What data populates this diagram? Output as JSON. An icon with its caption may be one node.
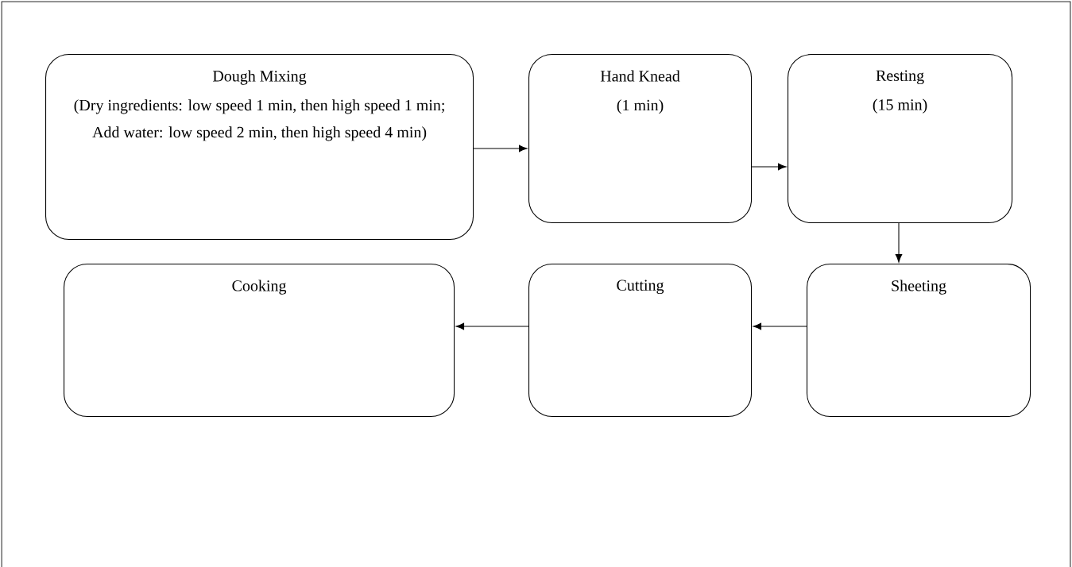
{
  "diagram": {
    "nodes": [
      {
        "text": [
          "Dough Mixing",
          "(Dry ingredients: low speed 1 min, then high speed 1 min; Add water: low speed 2 min, then high speed 4 min)"
        ]
      },
      {
        "text": [
          "Hand Knead",
          "(1 min)"
        ]
      },
      {
        "text": [
          "Resting",
          "(15 min)"
        ]
      },
      {
        "text": [
          "Sheeting"
        ]
      },
      {
        "text": [
          "Cutting"
        ]
      },
      {
        "text": [
          "Cooking"
        ]
      }
    ],
    "edges": [
      {
        "from": 0,
        "to": 1,
        "arrow": "to"
      },
      {
        "from": 1,
        "to": 2,
        "arrow": "to"
      },
      {
        "from": 2,
        "to": 3,
        "arrow": "to"
      },
      {
        "from": 3,
        "to": 4,
        "arrow": "to"
      },
      {
        "from": 4,
        "to": 5,
        "arrow": "to"
      }
    ]
  }
}
